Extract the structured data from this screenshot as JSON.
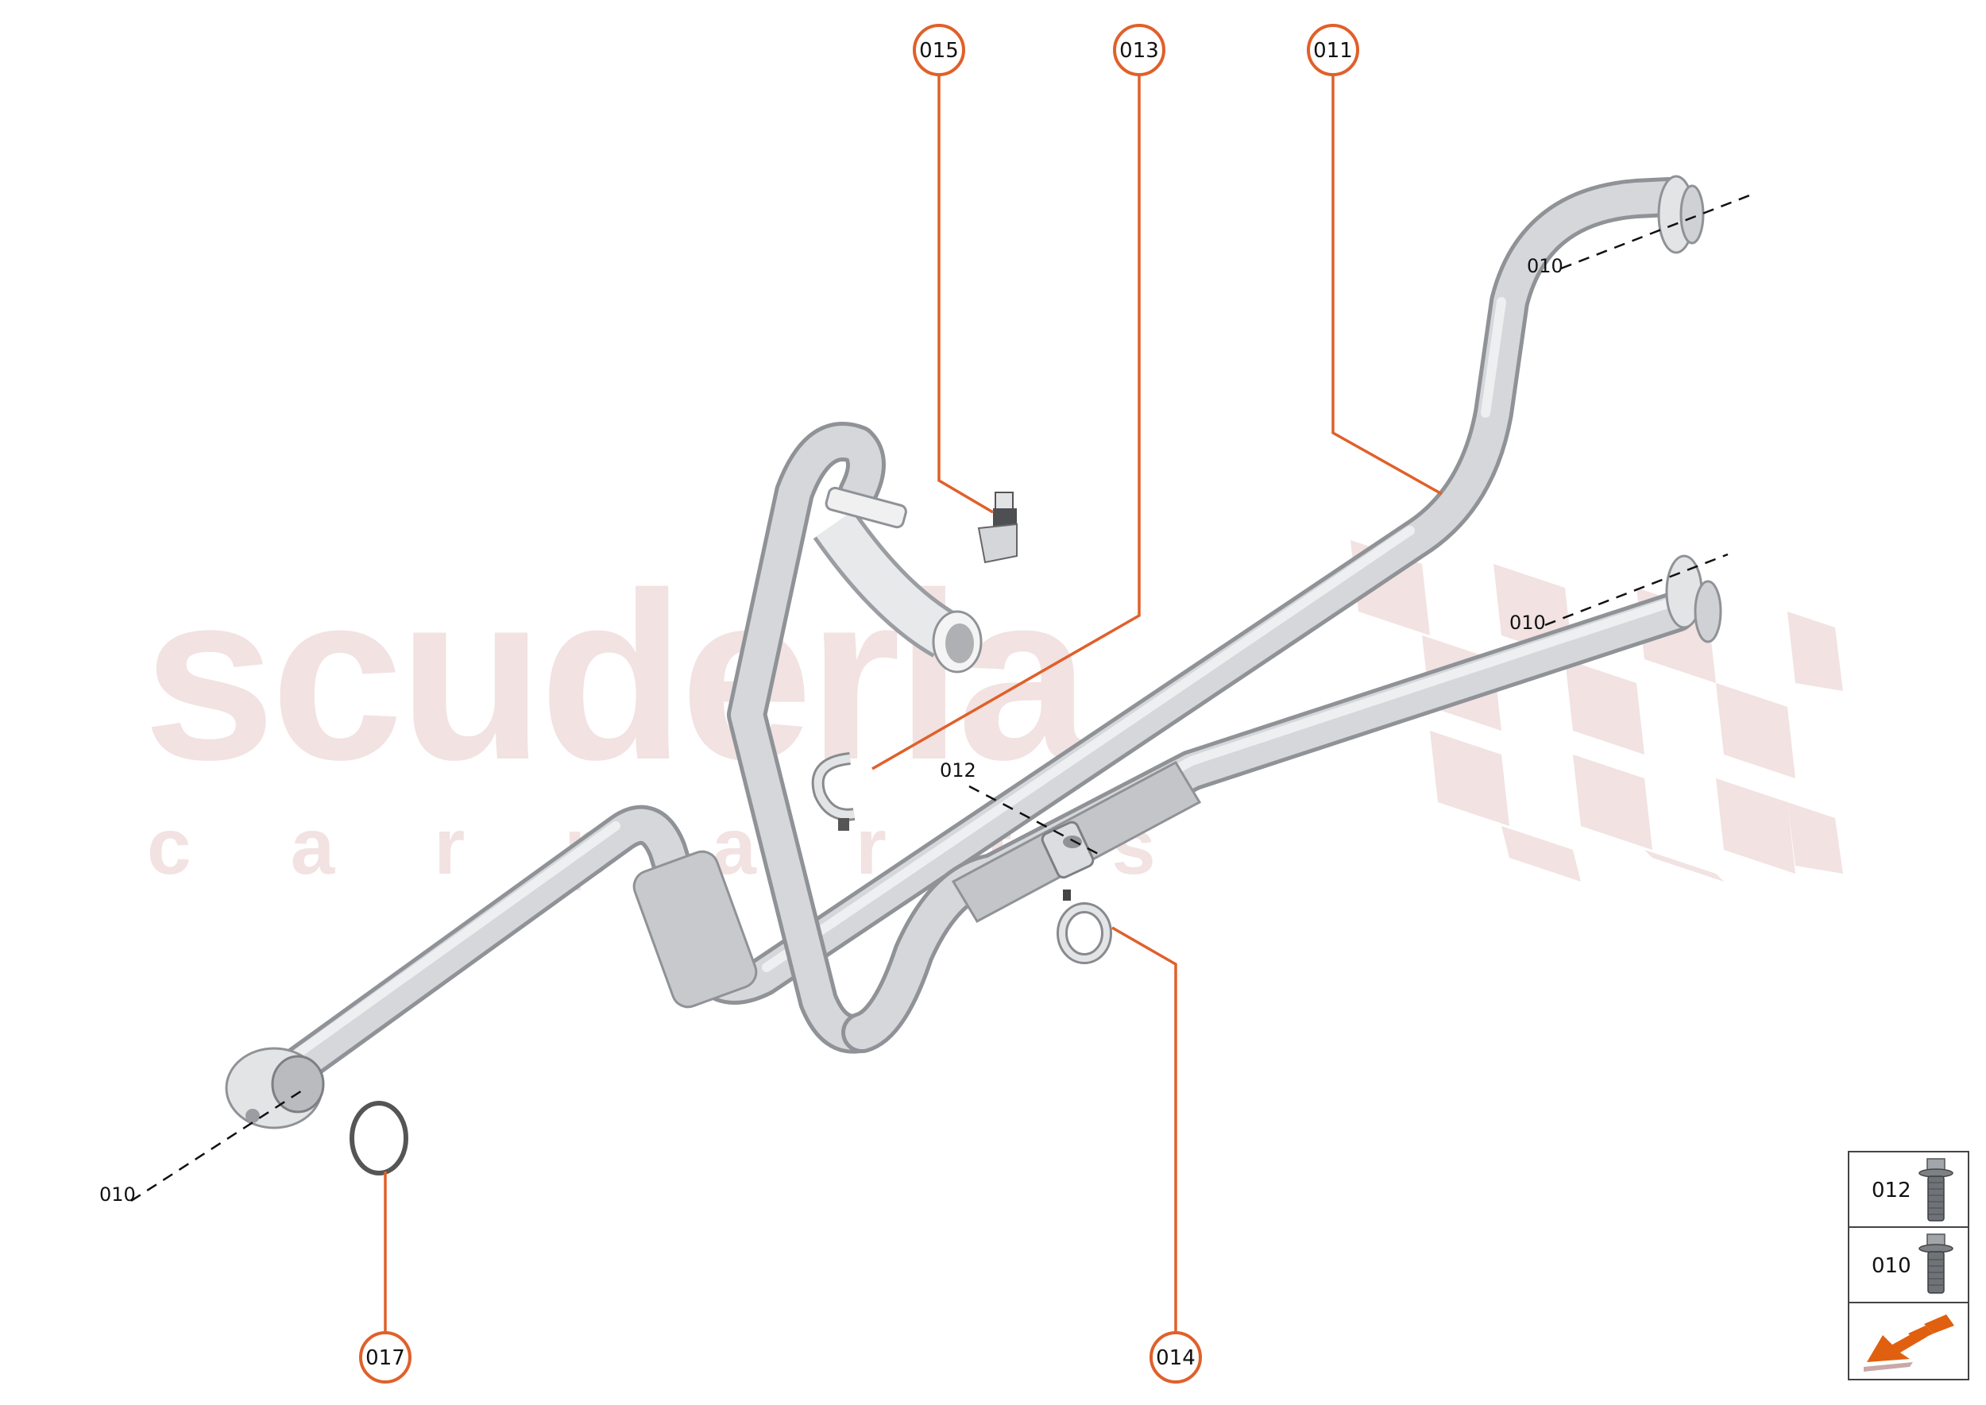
{
  "diagram": {
    "watermark": {
      "brand": "scuderia",
      "sub": "carparts",
      "color": "#f2e2e2"
    },
    "accent_color": "#e0602a",
    "callouts": [
      {
        "id": "015",
        "label": "015",
        "part": "sensor"
      },
      {
        "id": "013",
        "label": "013",
        "part": "clip"
      },
      {
        "id": "011",
        "label": "011",
        "part": "pipe"
      },
      {
        "id": "017",
        "label": "017",
        "part": "o-ring"
      },
      {
        "id": "014",
        "label": "014",
        "part": "clamp"
      }
    ],
    "reference_labels": [
      {
        "label": "010",
        "position": "left-flange"
      },
      {
        "label": "010",
        "position": "upper-right-flange"
      },
      {
        "label": "010",
        "position": "lower-right-flange"
      },
      {
        "label": "012",
        "position": "center-bracket"
      }
    ]
  },
  "legend": {
    "rows": [
      {
        "code": "012",
        "icon": "flange-bolt-icon"
      },
      {
        "code": "010",
        "icon": "flange-bolt-icon"
      },
      {
        "code": "",
        "icon": "previous-page-arrow-icon"
      }
    ]
  }
}
